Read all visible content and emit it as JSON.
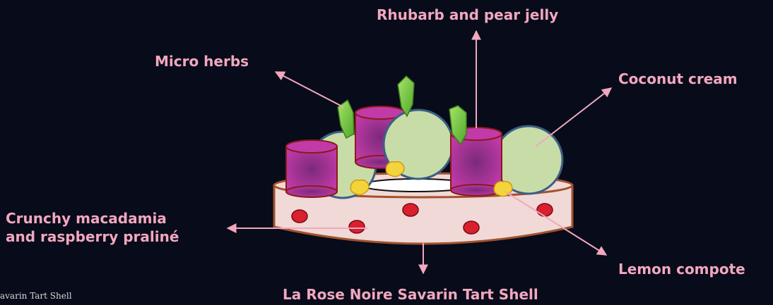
{
  "labels": {
    "jelly": "Rhubarb and pear jelly",
    "herbs": "Micro herbs",
    "coconut": "Coconut cream",
    "praline_line1": "Crunchy macadamia",
    "praline_line2": "and raspberry praliné",
    "lemon": "Lemon compote",
    "shell": "La Rose Noire Savarin Tart Shell"
  },
  "caption": "avarin Tart Shell",
  "colors": {
    "background": "#070b1a",
    "label": "#f2a7bf",
    "arrow": "#f2a7bf",
    "tart_shell": "#f0d9d6",
    "tart_rim": "#a0522d",
    "coconut_cream": "#c8dca8",
    "jelly": "#b8359b",
    "herb": "#7ccc3a",
    "lemon": "#f3d43a",
    "raspberry": "#d8202e"
  }
}
